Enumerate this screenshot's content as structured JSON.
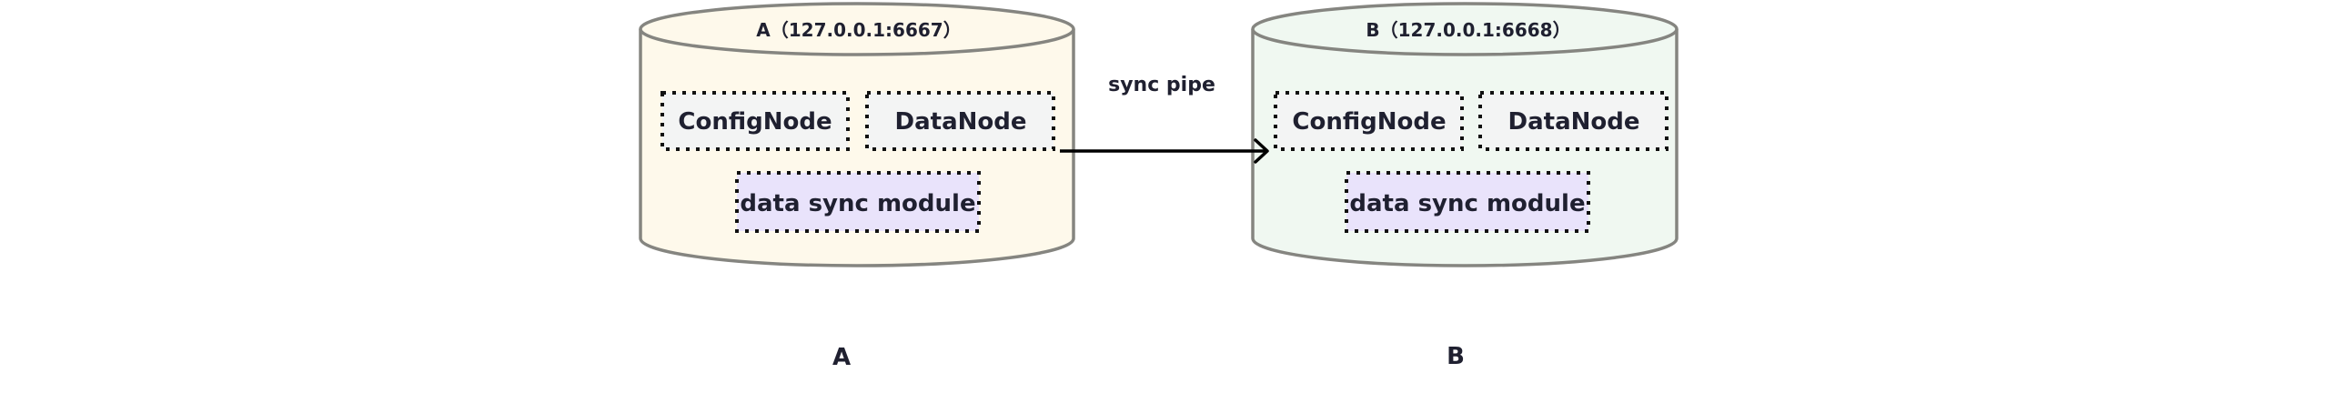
{
  "diagram": {
    "type": "cluster-sync-architecture",
    "clusters": [
      {
        "id": "A",
        "title": "A（127.0.0.1:6667）",
        "caption": "A",
        "fill": "#fef9eb",
        "nodes": [
          "ConfigNode",
          "DataNode"
        ],
        "module": "data sync module"
      },
      {
        "id": "B",
        "title": "B（127.0.0.1:6668）",
        "caption": "B",
        "fill": "#f0f8f1",
        "nodes": [
          "ConfigNode",
          "DataNode"
        ],
        "module": "data sync module"
      }
    ],
    "connection": {
      "from": "A",
      "to": "B",
      "label": "sync pipe"
    },
    "colors": {
      "cylinder_stroke": "#858580",
      "node_fill": "#f3f4f4",
      "module_fill": "#e9e3fb",
      "dotted_border": "#111111",
      "arrow": "#000000",
      "text": "#1f2030"
    }
  }
}
